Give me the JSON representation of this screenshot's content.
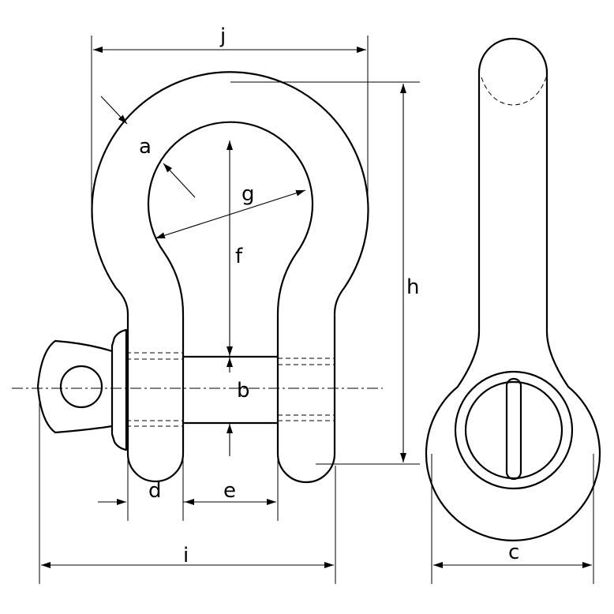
{
  "labels": {
    "a": "a",
    "b": "b",
    "c": "c",
    "d": "d",
    "e": "e",
    "f": "f",
    "g": "g",
    "h": "h",
    "i": "i",
    "j": "j"
  },
  "colors": {
    "line": "#000000",
    "background": "#ffffff"
  }
}
